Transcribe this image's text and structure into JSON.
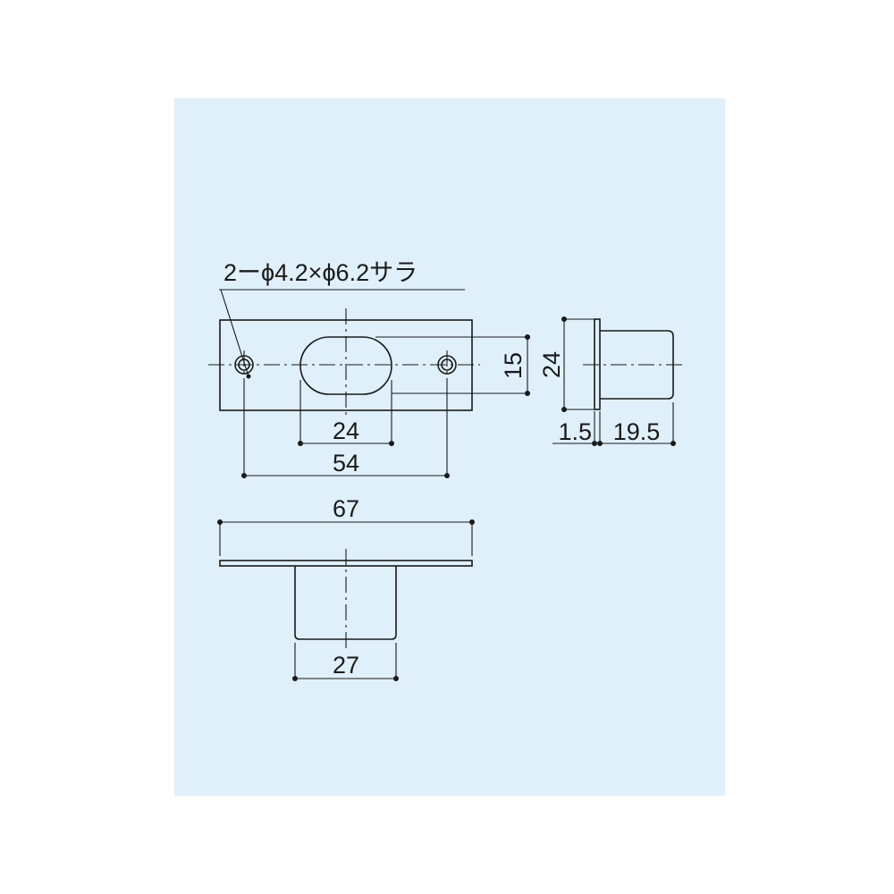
{
  "colors": {
    "panel_background": "#dff0fb",
    "line": "#1a1a1a"
  },
  "annotation": {
    "hole_note": "2ーϕ4.2×ϕ6.2サラ"
  },
  "dimensions": {
    "slot_height": "15",
    "flange_height": "24",
    "slot_width": "24",
    "hole_pitch": "54",
    "flange_thickness": "1.5",
    "body_length": "19.5",
    "overall_width": "67",
    "body_width": "27"
  }
}
